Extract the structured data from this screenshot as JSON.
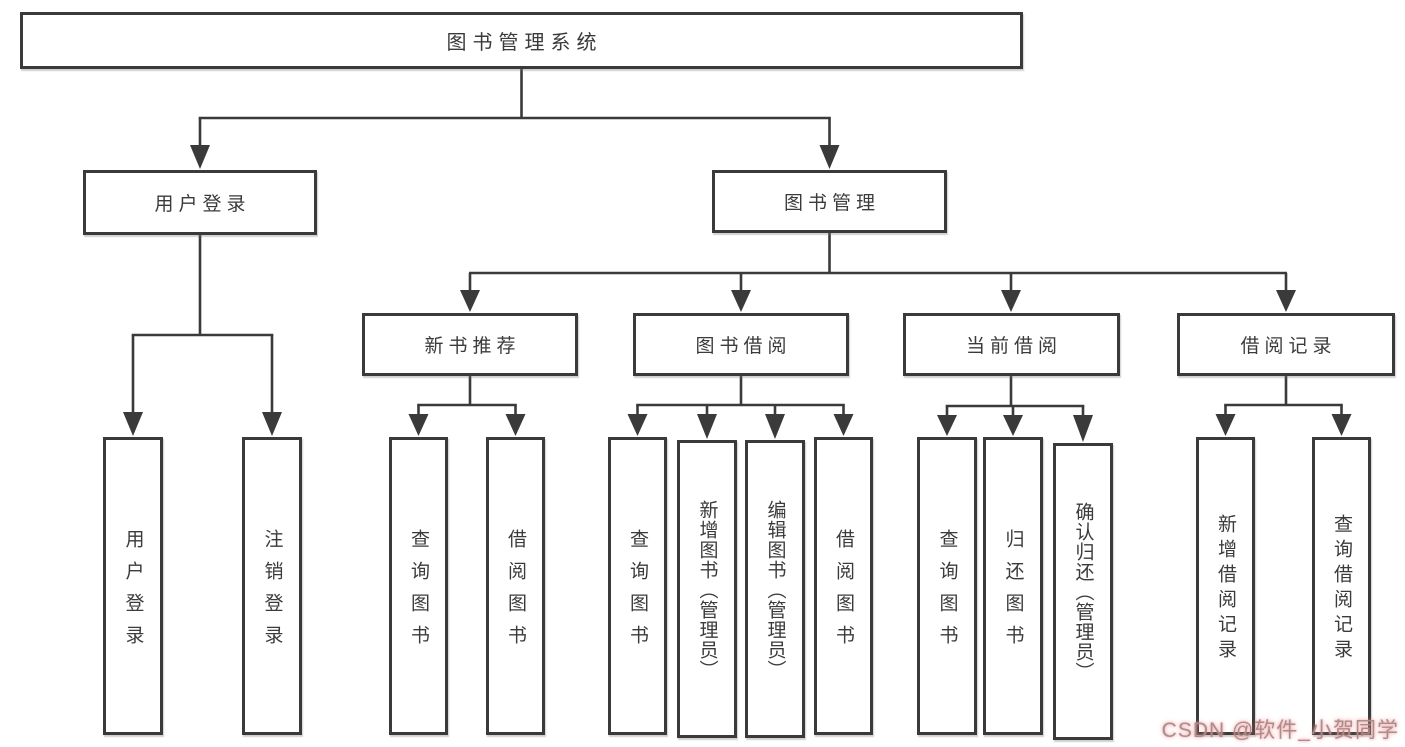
{
  "tree": {
    "root": {
      "label": "图书管理系统"
    },
    "branches": [
      {
        "label": "用户登录",
        "children": [
          "用户登录",
          "注销登录"
        ]
      },
      {
        "label": "图书管理",
        "groups": [
          {
            "label": "新书推荐",
            "children": [
              "查询图书",
              "借阅图书"
            ]
          },
          {
            "label": "图书借阅",
            "children": [
              "查询图书",
              "新增图书（管理员）",
              "编辑图书（管理员）",
              "借阅图书"
            ]
          },
          {
            "label": "当前借阅",
            "children": [
              "查询图书",
              "归还图书",
              "确认归还（管理员）"
            ]
          },
          {
            "label": "借阅记录",
            "children": [
              "新增借阅记录",
              "查询借阅记录"
            ]
          }
        ]
      }
    ]
  },
  "watermark": {
    "text": "CSDN @软件_小贺同学"
  },
  "colors": {
    "line": "#3a3a3a",
    "text": "#3b3b3b",
    "box_bg": "#ffffff",
    "watermark": "#e5a0a0"
  }
}
